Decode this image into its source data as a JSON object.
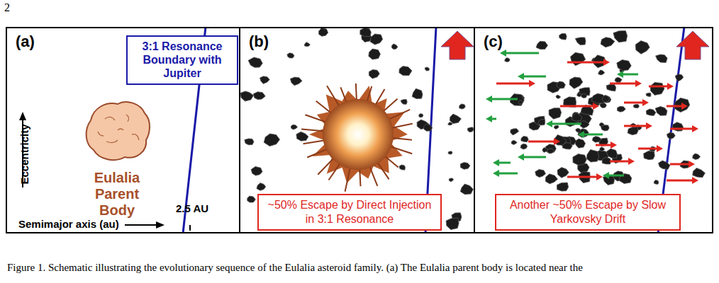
{
  "diagram": {
    "caption": "Figure 1. Schematic illustrating the evolutionary sequence of the Eulalia asteroid family. (a) The Eulalia parent body is located near the",
    "nodes": [
      {
        "text": [
          "(a)"
        ]
      },
      {
        "text": [
          "3:1 Resonance Boundary with Jupiter"
        ],
        "in": 0
      },
      {
        "text": [
          "(b)"
        ]
      },
      {
        "text": [
          "~50% Escape by Direct Injection in 3:1 Resonance"
        ],
        "in": 2
      },
      {
        "text": [
          "(c)"
        ]
      },
      {
        "text": [
          "Another ~50% Escape by Slow Yarkovsky Drift"
        ],
        "in": 4
      }
    ],
    "labels": [
      "2",
      "Eccentricity",
      "Semimajor axis (au)",
      "2.5 AU",
      "Eulalia Parent Body"
    ]
  }
}
